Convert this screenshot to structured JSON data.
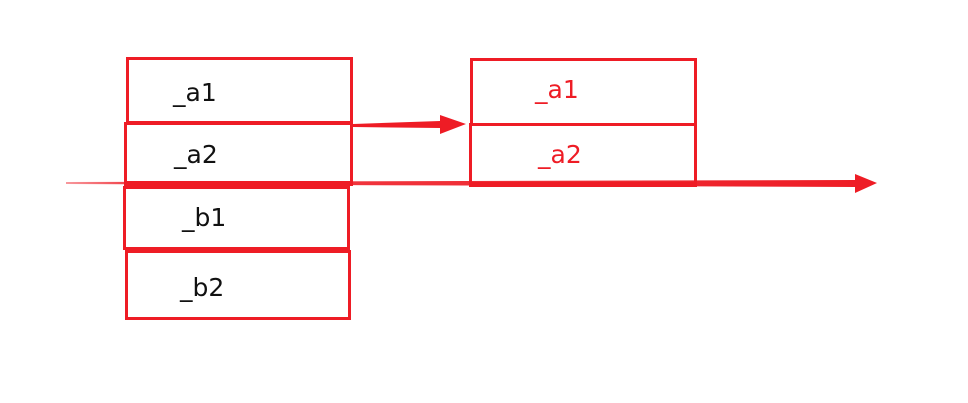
{
  "diagram": {
    "accent_color": "#ee1c25",
    "left_stack": {
      "cells": [
        {
          "label": "_a1"
        },
        {
          "label": "_a2"
        },
        {
          "label": "_b1"
        },
        {
          "label": "_b2"
        }
      ]
    },
    "right_stack": {
      "cells": [
        {
          "label": "_a1"
        },
        {
          "label": "_a2"
        }
      ]
    },
    "arrows": [
      {
        "from": "left_stack._a2",
        "to": "right_stack",
        "kind": "copy-arrow"
      },
      {
        "from": "left-edge",
        "to": "right-edge",
        "kind": "horizontal-line-arrow"
      }
    ]
  }
}
